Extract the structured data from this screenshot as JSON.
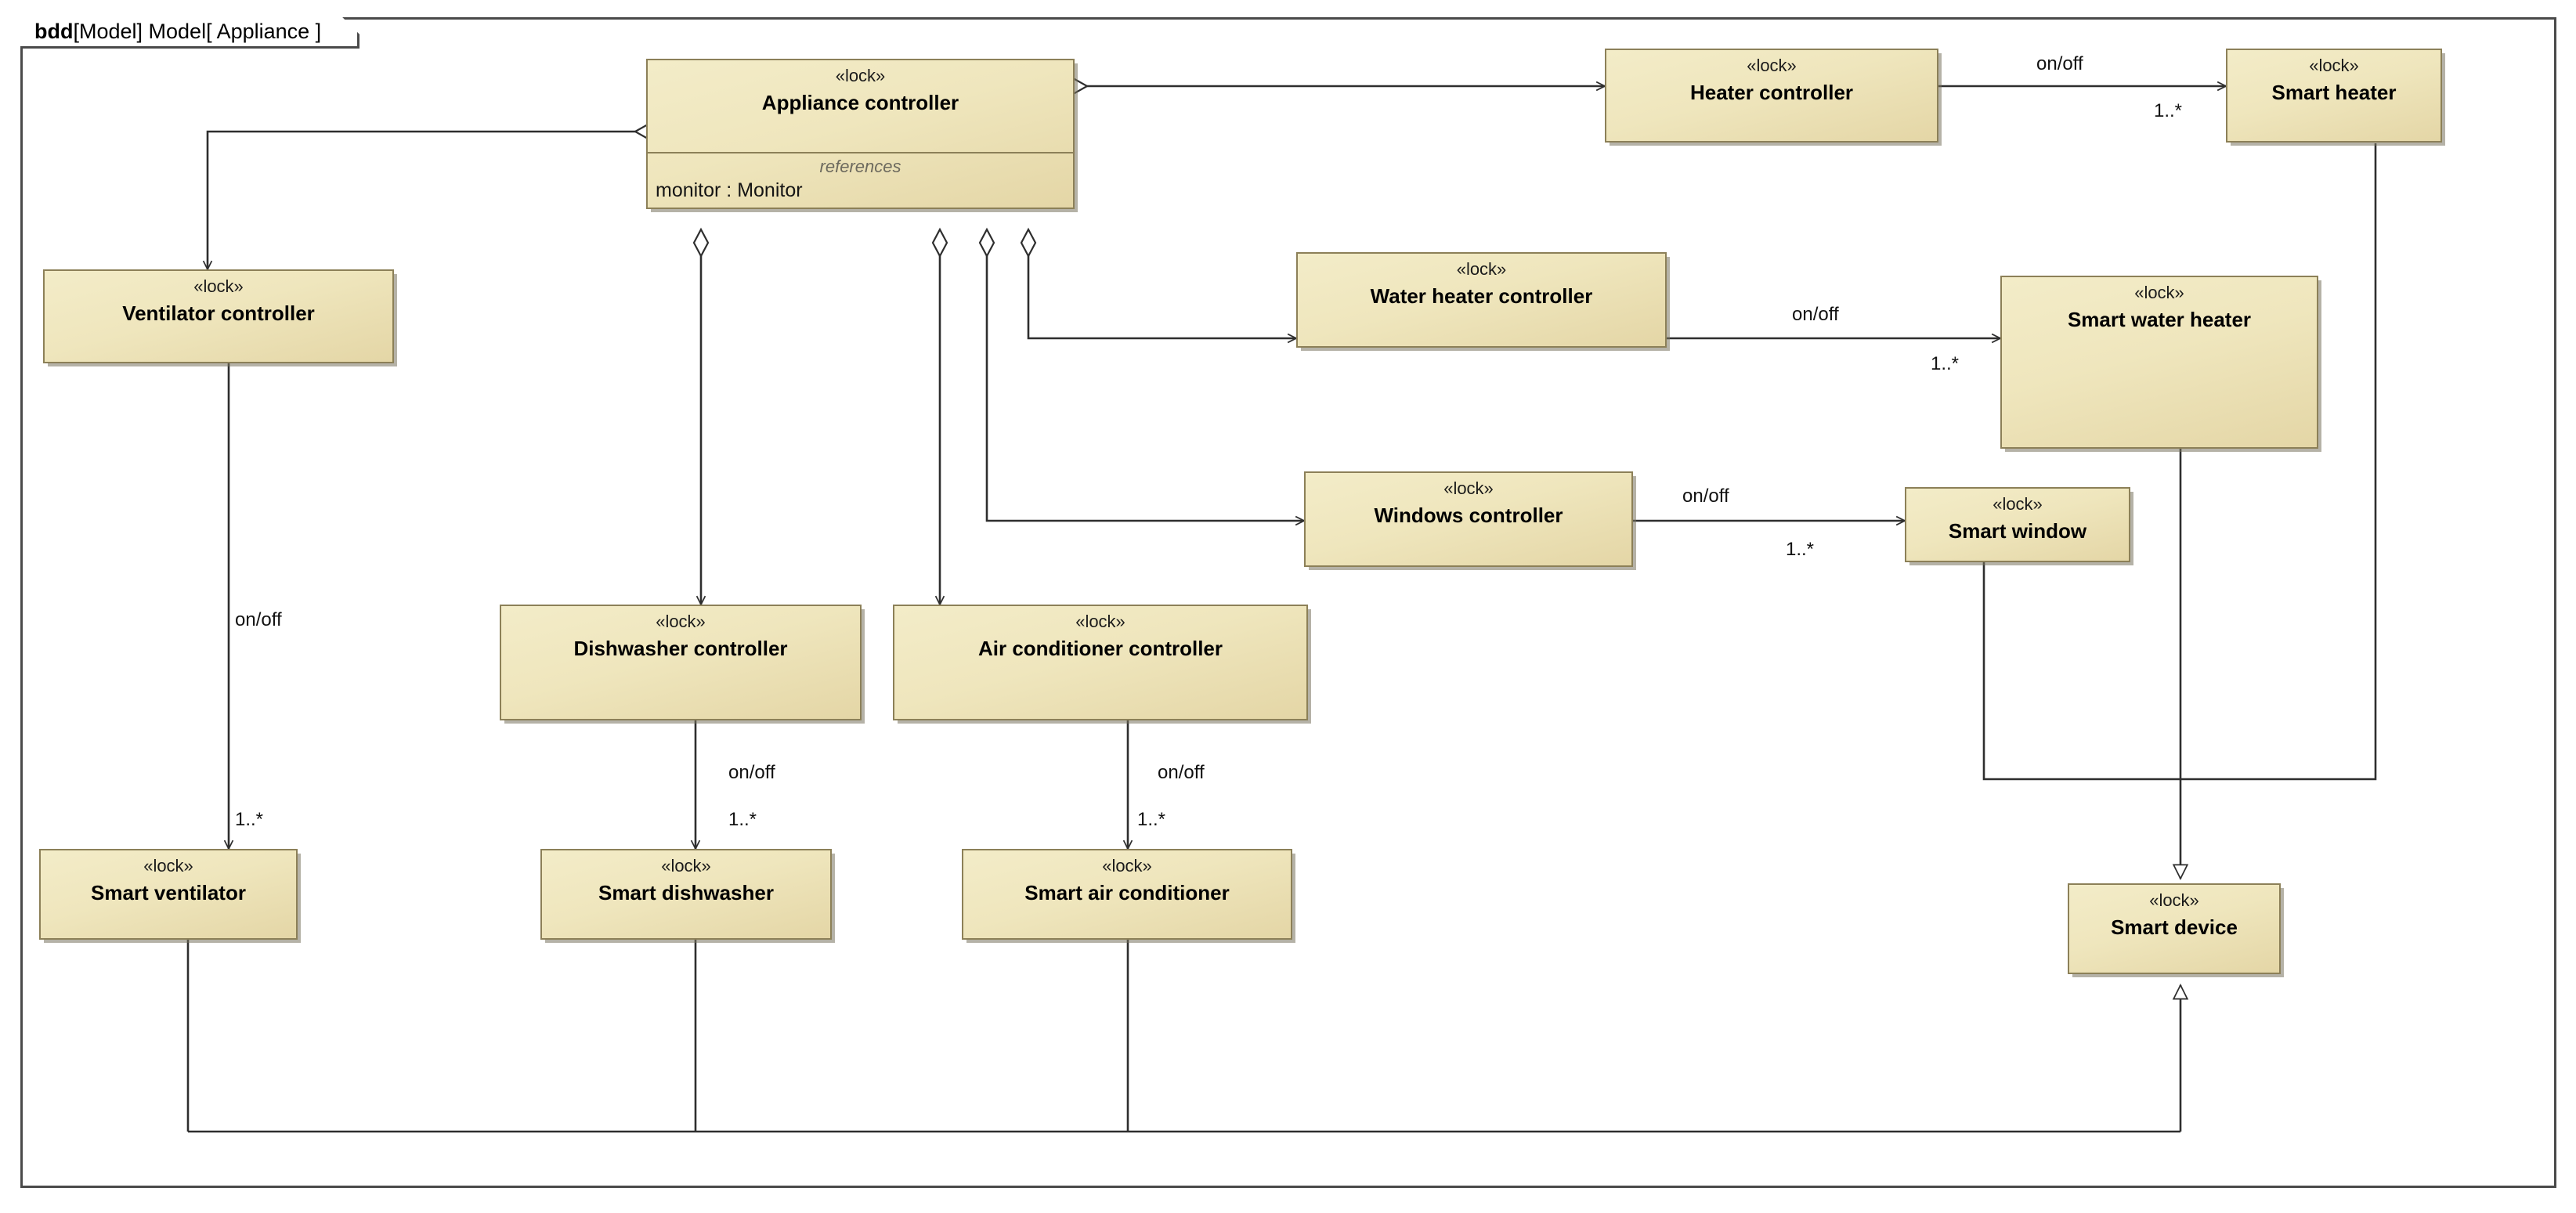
{
  "diagram": {
    "frame_label_bold": "bdd",
    "frame_label_rest": " [Model] Model[ Appliance ]",
    "stereotype": "«lock»",
    "references_compartment_title": "references",
    "colors": {
      "block_fill_light": "#f3ecc8",
      "block_fill_dark": "#e4d6a6",
      "block_border": "#8c8058",
      "frame_border": "#4a4a4a",
      "line": "#2e2e2e",
      "text": "#000000"
    }
  },
  "blocks": [
    {
      "id": "appliance-controller",
      "stereotype": "«lock»",
      "name": "Appliance controller",
      "references_title": "references",
      "references": "monitor : Monitor"
    },
    {
      "id": "heater-controller",
      "stereotype": "«lock»",
      "name": "Heater controller"
    },
    {
      "id": "smart-heater",
      "stereotype": "«lock»",
      "name": "Smart heater"
    },
    {
      "id": "ventilator-controller",
      "stereotype": "«lock»",
      "name": "Ventilator controller"
    },
    {
      "id": "water-heater-controller",
      "stereotype": "«lock»",
      "name": "Water heater controller"
    },
    {
      "id": "smart-water-heater",
      "stereotype": "«lock»",
      "name": "Smart water heater"
    },
    {
      "id": "windows-controller",
      "stereotype": "«lock»",
      "name": "Windows controller"
    },
    {
      "id": "smart-window",
      "stereotype": "«lock»",
      "name": "Smart window"
    },
    {
      "id": "dishwasher-controller",
      "stereotype": "«lock»",
      "name": "Dishwasher controller"
    },
    {
      "id": "air-conditioner-controller",
      "stereotype": "«lock»",
      "name": "Air conditioner controller"
    },
    {
      "id": "smart-ventilator",
      "stereotype": "«lock»",
      "name": "Smart ventilator"
    },
    {
      "id": "smart-dishwasher",
      "stereotype": "«lock»",
      "name": "Smart dishwasher"
    },
    {
      "id": "smart-air-conditioner",
      "stereotype": "«lock»",
      "name": "Smart air conditioner"
    },
    {
      "id": "smart-device",
      "stereotype": "«lock»",
      "name": "Smart device"
    }
  ],
  "edge_labels": {
    "heater_onoff": "on/off",
    "heater_mult": "1..*",
    "waterheater_onoff": "on/off",
    "waterheater_mult": "1..*",
    "window_onoff": "on/off",
    "window_mult": "1..*",
    "ventilator_onoff": "on/off",
    "ventilator_mult": "1..*",
    "dishwasher_onoff": "on/off",
    "dishwasher_mult": "1..*",
    "airconditioner_onoff": "on/off",
    "airconditioner_mult": "1..*"
  }
}
